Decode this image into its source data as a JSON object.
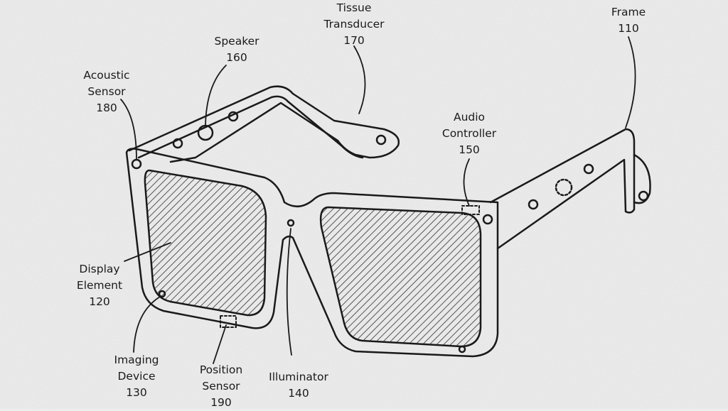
{
  "colors": {
    "background": "#ededed",
    "line": "#1a1a1a",
    "hatch": "#555555"
  },
  "labels": {
    "tissue_transducer": {
      "name_1": "Tissue",
      "name_2": "Transducer",
      "ref": "170"
    },
    "speaker": {
      "name_1": "Speaker",
      "ref": "160"
    },
    "acoustic_sensor": {
      "name_1": "Acoustic",
      "name_2": "Sensor",
      "ref": "180"
    },
    "frame": {
      "name_1": "Frame",
      "ref": "110"
    },
    "audio_controller": {
      "name_1": "Audio",
      "name_2": "Controller",
      "ref": "150"
    },
    "display_element": {
      "name_1": "Display",
      "name_2": "Element",
      "ref": "120"
    },
    "imaging_device": {
      "name_1": "Imaging",
      "name_2": "Device",
      "ref": "130"
    },
    "position_sensor": {
      "name_1": "Position",
      "name_2": "Sensor",
      "ref": "190"
    },
    "illuminator": {
      "name_1": "Illuminator",
      "ref": "140"
    }
  }
}
